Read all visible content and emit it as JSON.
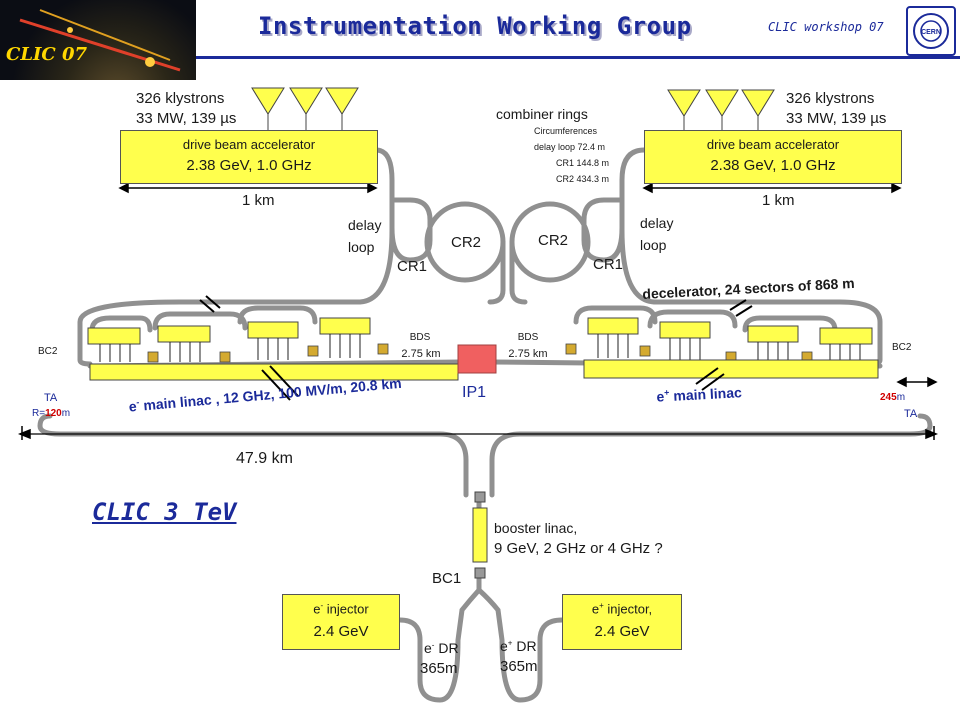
{
  "header": {
    "title": "Instrumentation Working Group",
    "workshop": "CLIC workshop 07",
    "logo_text": "CLIC 07"
  },
  "slide_title": "CLIC 3 TeV",
  "drive_beam": {
    "left": {
      "klystrons": "326 klystrons",
      "power": "33 MW, 139 µs",
      "label": "drive beam accelerator",
      "spec": "2.38 GeV, 1.0 GHz",
      "length": "1 km"
    },
    "right": {
      "klystrons": "326 klystrons",
      "power": "33 MW, 139 µs",
      "label": "drive beam accelerator",
      "spec": "2.38 GeV, 1.0 GHz",
      "length": "1 km"
    }
  },
  "combiner": {
    "title": "combiner rings",
    "circ_title": "Circumferences",
    "delay_loop": "delay loop 72.4 m",
    "cr1": "CR1 144.8 m",
    "cr2": "CR2 434.3 m"
  },
  "rings": {
    "delay_loop_left": "delay loop",
    "delay_loop_right": "delay loop",
    "cr1_left": "CR1",
    "cr2_left": "CR2",
    "cr1_right": "CR1",
    "cr2_right": "CR2"
  },
  "linac": {
    "decelerator": "decelerator, 24 sectors of 868 m",
    "e_minus_main": "main linac , 12 GHz, 100 MV/m, 20.8 km",
    "e_plus_main": "main linac",
    "bds_left": "BDS",
    "bds_left_len": "2.75 km",
    "bds_right": "BDS",
    "bds_right_len": "2.75 km",
    "ip": "IP1",
    "bc2_left": "BC2",
    "bc2_right": "BC2",
    "ta_left": "TA",
    "ta_right": "TA",
    "r_left_prefix": "R=",
    "r_left_value": "120",
    "r_left_unit": "m",
    "r_right_value": "245",
    "r_right_unit": "m",
    "total_length": "47.9 km"
  },
  "injection": {
    "booster_label": "booster linac,",
    "booster_spec": "9 GeV, 2 GHz or 4 GHz ?",
    "bc1": "BC1",
    "e_minus_injector": "injector",
    "e_minus_injector_energy": "2.4 GeV",
    "e_plus_injector": "injector,",
    "e_plus_injector_energy": "2.4 GeV",
    "e_minus_dr": "DR",
    "e_minus_dr_len": "365m",
    "e_plus_dr": "DR",
    "e_plus_dr_len": "365m"
  },
  "colors": {
    "accent_blue": "#1b2a9a",
    "component_yellow": "#ffff4d",
    "ip_red": "#f06060",
    "beamline_gray": "#909090",
    "radius_red": "#d00000"
  }
}
